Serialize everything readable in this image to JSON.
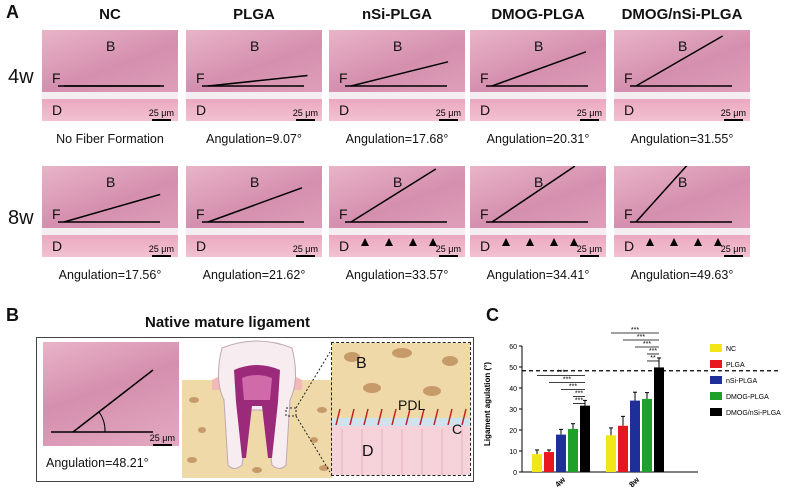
{
  "panels": {
    "a": "A",
    "b": "B",
    "c": "C"
  },
  "columns": [
    "NC",
    "PLGA",
    "nSi-PLGA",
    "DMOG-PLGA",
    "DMOG/nSi-PLGA"
  ],
  "rows": [
    "4w",
    "8w"
  ],
  "tile_labels": {
    "b": "B",
    "f": "F",
    "d": "D",
    "scale": "25 μm"
  },
  "captions_4w": [
    "No Fiber Formation",
    "Angulation=9.07°",
    "Angulation=17.68°",
    "Angulation=20.31°",
    "Angulation=31.55°"
  ],
  "captions_8w": [
    "Angulation=17.56°",
    "Angulation=21.62°",
    "Angulation=33.57°",
    "Angulation=34.41°",
    "Angulation=49.63°"
  ],
  "panel_b": {
    "title": "Native mature ligament",
    "caption": "Angulation=48.21°",
    "scale": "25 μm",
    "zoom_labels": {
      "b": "B",
      "pdl": "PDL",
      "c": "C",
      "d": "D"
    }
  },
  "chart_data": {
    "type": "bar",
    "categories": [
      "4w",
      "8w"
    ],
    "series": [
      {
        "name": "NC",
        "values": [
          8.5,
          17.5
        ],
        "err": [
          2,
          3.5
        ],
        "color": "#f2e619"
      },
      {
        "name": "PLGA",
        "values": [
          9.5,
          22
        ],
        "err": [
          1,
          4.5
        ],
        "color": "#e8171f"
      },
      {
        "name": "nSi-PLGA",
        "values": [
          17.8,
          34
        ],
        "err": [
          2.5,
          4
        ],
        "color": "#1f2f9a"
      },
      {
        "name": "DMOG-PLGA",
        "values": [
          20.5,
          34.8
        ],
        "err": [
          2.5,
          3
        ],
        "color": "#1fa02a"
      },
      {
        "name": "DMOG/nSi-PLGA",
        "values": [
          31.6,
          49.8
        ],
        "err": [
          2.5,
          4.5
        ],
        "color": "#000000"
      }
    ],
    "ylabel": "Ligament agulation (°)",
    "ylim": [
      0,
      60
    ],
    "yticks": [
      0,
      10,
      20,
      30,
      40,
      50,
      60
    ],
    "reference_line": 48.2,
    "sig_4w": [
      "***",
      "***",
      "***",
      "***",
      "***"
    ],
    "sig_8w": [
      "***",
      "***",
      "***",
      "***",
      "**"
    ]
  }
}
